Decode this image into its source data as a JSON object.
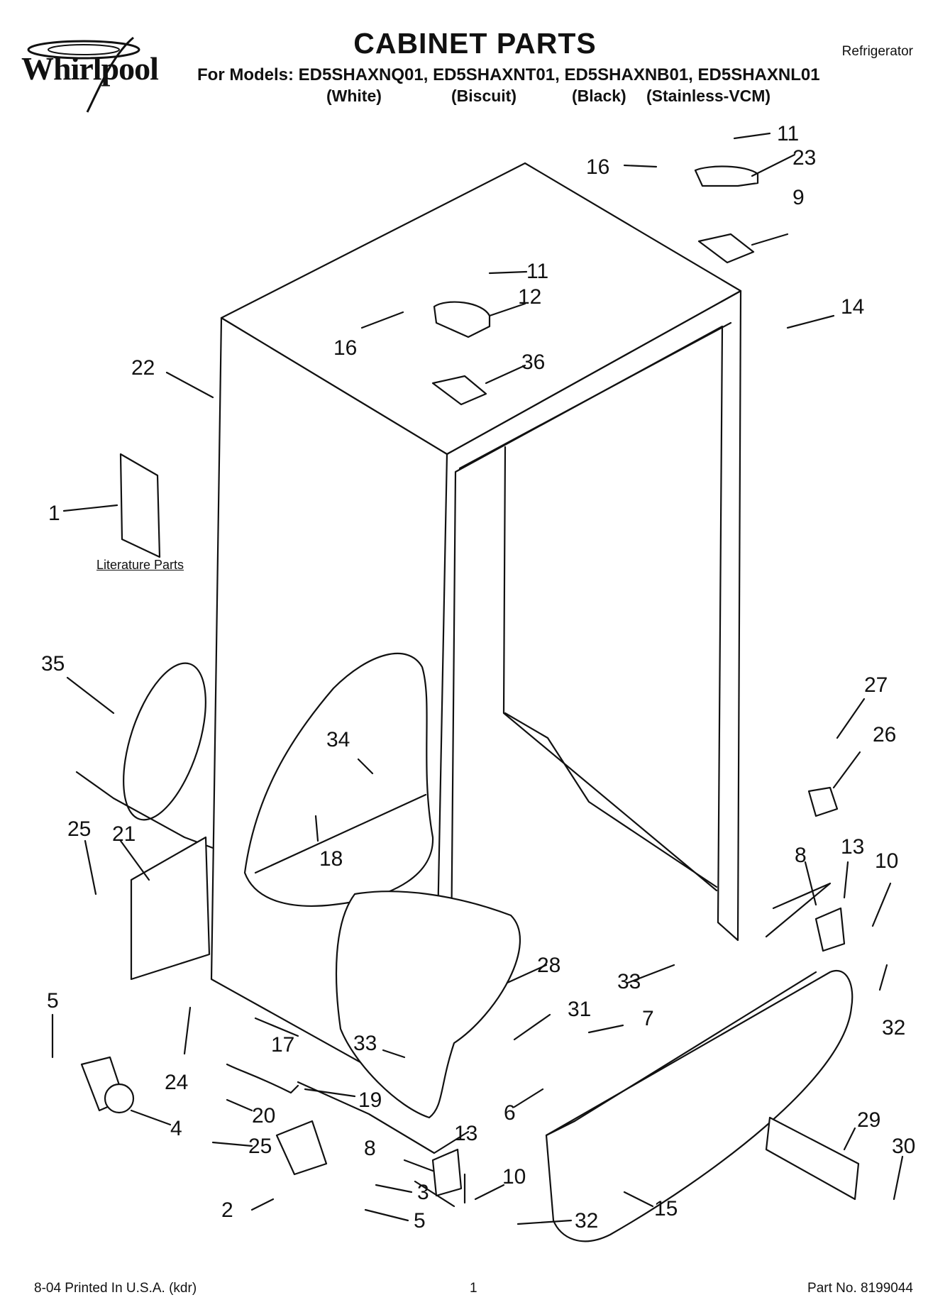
{
  "header": {
    "brand": "Whirlpool",
    "title": "CABINET PARTS",
    "category": "Refrigerator",
    "models_line": "For Models: ED5SHAXNQ01, ED5SHAXNT01, ED5SHAXNB01, ED5SHAXNL01",
    "variants": [
      "(White)",
      "(Biscuit)",
      "(Black)",
      "(Stainless-VCM)"
    ]
  },
  "diagram": {
    "literature_label": "Literature Parts",
    "callouts": [
      "11",
      "23",
      "16",
      "9",
      "11",
      "12",
      "14",
      "16",
      "36",
      "22",
      "1",
      "35",
      "34",
      "18",
      "27",
      "26",
      "25",
      "21",
      "8",
      "13",
      "10",
      "28",
      "33",
      "32",
      "5",
      "31",
      "7",
      "17",
      "33",
      "24",
      "6",
      "19",
      "20",
      "29",
      "4",
      "25",
      "30",
      "8",
      "13",
      "10",
      "3",
      "2",
      "5",
      "32",
      "15"
    ]
  },
  "footer": {
    "printed": "8-04 Printed In U.S.A. (kdr)",
    "page": "1",
    "part_no": "Part No. 8199044"
  }
}
